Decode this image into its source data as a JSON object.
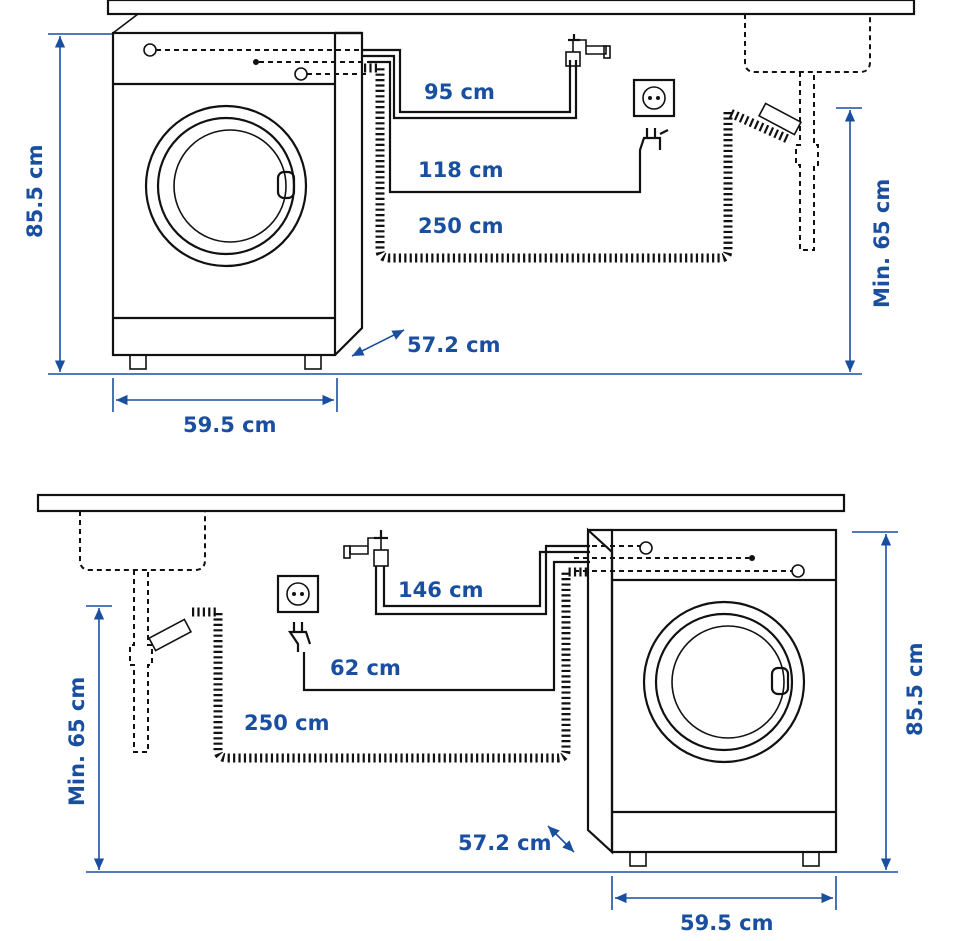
{
  "top_layout": {
    "machine_height": "85.5 cm",
    "machine_width": "59.5 cm",
    "machine_depth": "57.2 cm",
    "water_hose": "95 cm",
    "power_cord": "118 cm",
    "drain_hose": "250 cm",
    "drain_min_height": "Min. 65 cm"
  },
  "bottom_layout": {
    "machine_height": "85.5 cm",
    "machine_width": "59.5 cm",
    "machine_depth": "57.2 cm",
    "water_hose": "146 cm",
    "power_cord": "62 cm",
    "drain_hose": "250 cm",
    "drain_min_height": "Min. 65 cm"
  },
  "colors": {
    "dimension_blue": "#1a4fa0",
    "line": "#111111"
  },
  "icons": [
    "washing-machine",
    "water-tap",
    "wall-socket",
    "power-plug",
    "sink",
    "drain-pipe"
  ]
}
